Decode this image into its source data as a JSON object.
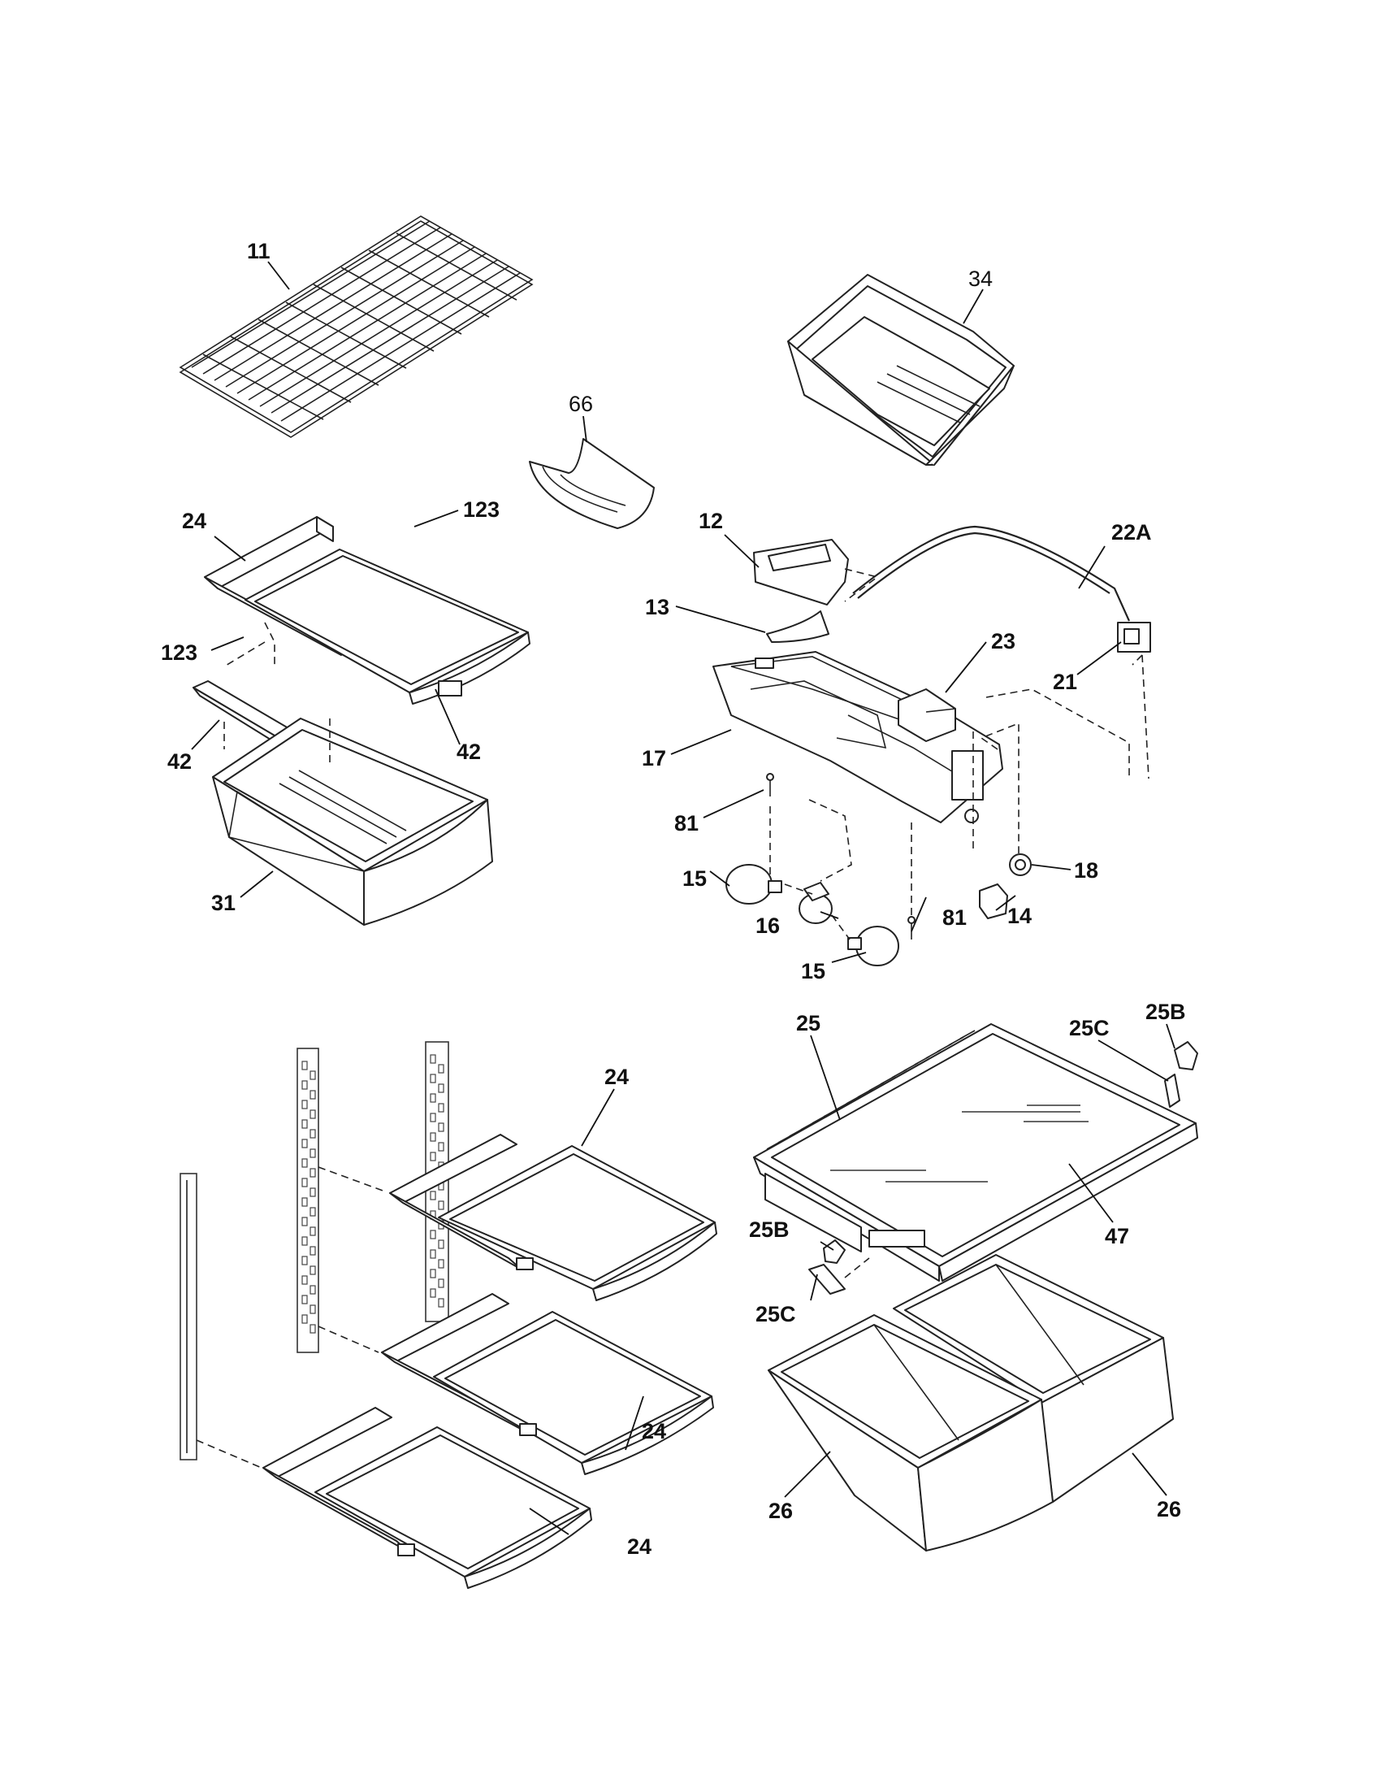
{
  "callouts": {
    "c11": "11",
    "c34": "34",
    "c66": "66",
    "c24a": "24",
    "c123a": "123",
    "c123b": "123",
    "c42a": "42",
    "c42b": "42",
    "c31": "31",
    "c12": "12",
    "c13": "13",
    "c22a": "22A",
    "c23": "23",
    "c21": "21",
    "c17": "17",
    "c81a": "81",
    "c81b": "81",
    "c18": "18",
    "c14": "14",
    "c15a": "15",
    "c15b": "15",
    "c16": "16",
    "c24b": "24",
    "c24c": "24",
    "c24d": "24",
    "c25": "25",
    "c25ba": "25B",
    "c25ca": "25C",
    "c25bb": "25B",
    "c25cb": "25C",
    "c47": "47",
    "c26a": "26",
    "c26b": "26"
  }
}
